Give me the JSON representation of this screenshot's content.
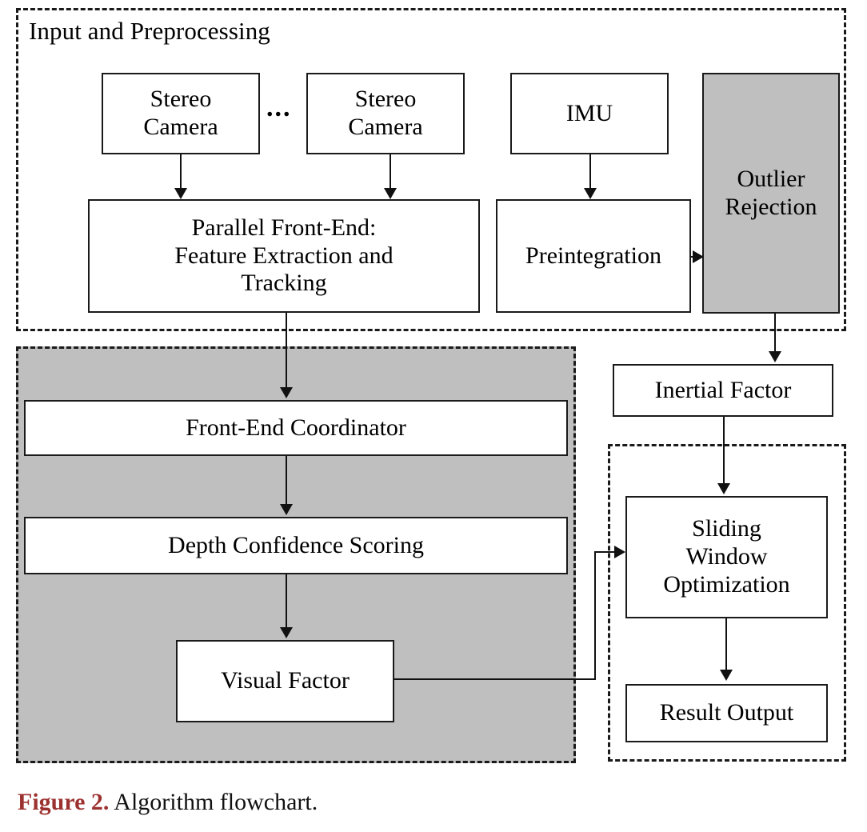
{
  "figure": {
    "caption_label": "Figure 2.",
    "caption_text": "Algorithm flowchart.",
    "caption_label_color": "#9c3230"
  },
  "groups": {
    "input_preprocessing": {
      "title": "Input and Preprocessing",
      "style": "dashed-outline"
    },
    "visual_pipeline": {
      "title": "",
      "style": "dashed-filled",
      "fill": "#bfbfbf"
    },
    "backend": {
      "title": "",
      "style": "dashed-outline"
    }
  },
  "nodes": {
    "stereo_camera_1": "Stereo\nCamera",
    "stereo_camera_n": "Stereo\nCamera",
    "ellipsis": "...",
    "imu": "IMU",
    "parallel_front_end": "Parallel Front-End:\nFeature Extraction and\nTracking",
    "preintegration": "Preintegration",
    "outlier_rejection": "Outlier\nRejection",
    "inertial_factor": "Inertial Factor",
    "front_end_coordinator": "Front-End Coordinator",
    "depth_confidence_scoring": "Depth Confidence Scoring",
    "visual_factor": "Visual Factor",
    "sliding_window_optimization": "Sliding\nWindow\nOptimization",
    "result_output": "Result Output"
  },
  "colors": {
    "shaded_fill": "#bfbfbf",
    "stroke": "#1a1a1a",
    "background": "#ffffff"
  },
  "chart_data": {
    "type": "diagram",
    "title": "Algorithm flowchart",
    "nodes": [
      {
        "id": "stereo_camera_1",
        "label": "Stereo Camera",
        "group": "input_preprocessing",
        "shaded": false
      },
      {
        "id": "stereo_camera_n",
        "label": "Stereo Camera",
        "group": "input_preprocessing",
        "shaded": false
      },
      {
        "id": "imu",
        "label": "IMU",
        "group": "input_preprocessing",
        "shaded": false
      },
      {
        "id": "parallel_front_end",
        "label": "Parallel Front-End: Feature Extraction and Tracking",
        "group": "input_preprocessing",
        "shaded": false
      },
      {
        "id": "preintegration",
        "label": "Preintegration",
        "group": "input_preprocessing",
        "shaded": false
      },
      {
        "id": "outlier_rejection",
        "label": "Outlier Rejection",
        "group": "input_preprocessing",
        "shaded": true
      },
      {
        "id": "front_end_coordinator",
        "label": "Front-End Coordinator",
        "group": "visual_pipeline",
        "shaded": false
      },
      {
        "id": "depth_confidence_scoring",
        "label": "Depth Confidence Scoring",
        "group": "visual_pipeline",
        "shaded": false
      },
      {
        "id": "visual_factor",
        "label": "Visual Factor",
        "group": "visual_pipeline",
        "shaded": false
      },
      {
        "id": "inertial_factor",
        "label": "Inertial Factor",
        "group": null,
        "shaded": false
      },
      {
        "id": "sliding_window_optimization",
        "label": "Sliding Window Optimization",
        "group": "backend",
        "shaded": false
      },
      {
        "id": "result_output",
        "label": "Result Output",
        "group": "backend",
        "shaded": false
      }
    ],
    "edges": [
      {
        "from": "stereo_camera_1",
        "to": "parallel_front_end"
      },
      {
        "from": "stereo_camera_n",
        "to": "parallel_front_end"
      },
      {
        "from": "imu",
        "to": "preintegration"
      },
      {
        "from": "preintegration",
        "to": "outlier_rejection"
      },
      {
        "from": "parallel_front_end",
        "to": "front_end_coordinator"
      },
      {
        "from": "front_end_coordinator",
        "to": "depth_confidence_scoring"
      },
      {
        "from": "depth_confidence_scoring",
        "to": "visual_factor"
      },
      {
        "from": "outlier_rejection",
        "to": "inertial_factor"
      },
      {
        "from": "inertial_factor",
        "to": "sliding_window_optimization"
      },
      {
        "from": "visual_factor",
        "to": "sliding_window_optimization"
      },
      {
        "from": "sliding_window_optimization",
        "to": "result_output"
      }
    ]
  }
}
